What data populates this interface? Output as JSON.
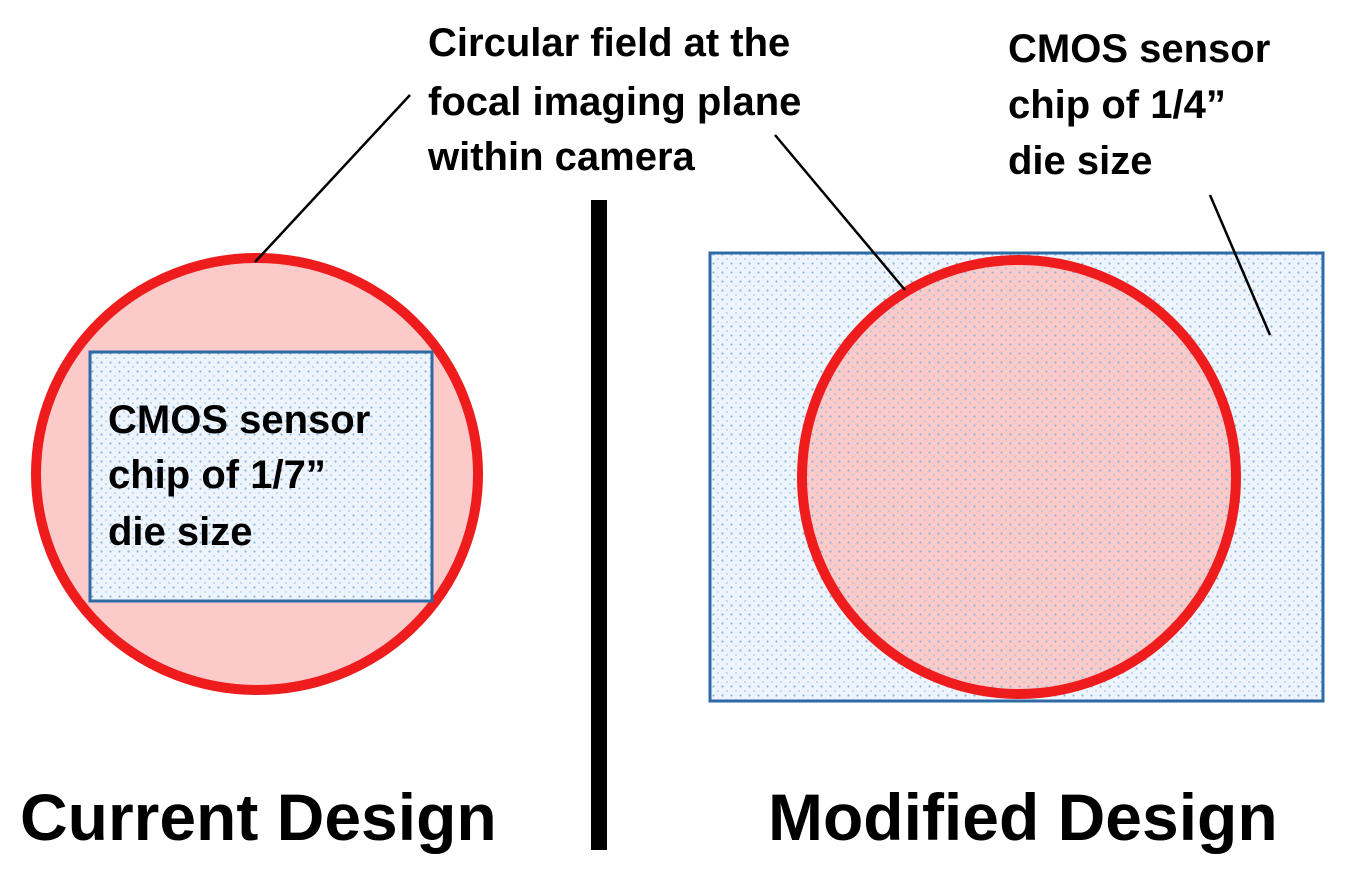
{
  "labels": {
    "circular_field": [
      "Circular field at the",
      "focal imaging plane",
      "within camera"
    ],
    "sensor_large": [
      "CMOS sensor",
      "chip of 1/4”",
      "die size"
    ],
    "sensor_small": [
      "CMOS sensor",
      "chip of 1/7”",
      "die size"
    ],
    "current_design": "Current Design",
    "modified_design": "Modified Design"
  },
  "colors": {
    "circle_stroke": "#ee1c1c",
    "circle_fill": "#fdcaca",
    "sensor_stroke": "#2e6aa6",
    "sensor_fill": "#eef4fb",
    "sensor_dots": "#8ab6e0",
    "divider": "#000000",
    "leader": "#000000",
    "text": "#000000"
  }
}
